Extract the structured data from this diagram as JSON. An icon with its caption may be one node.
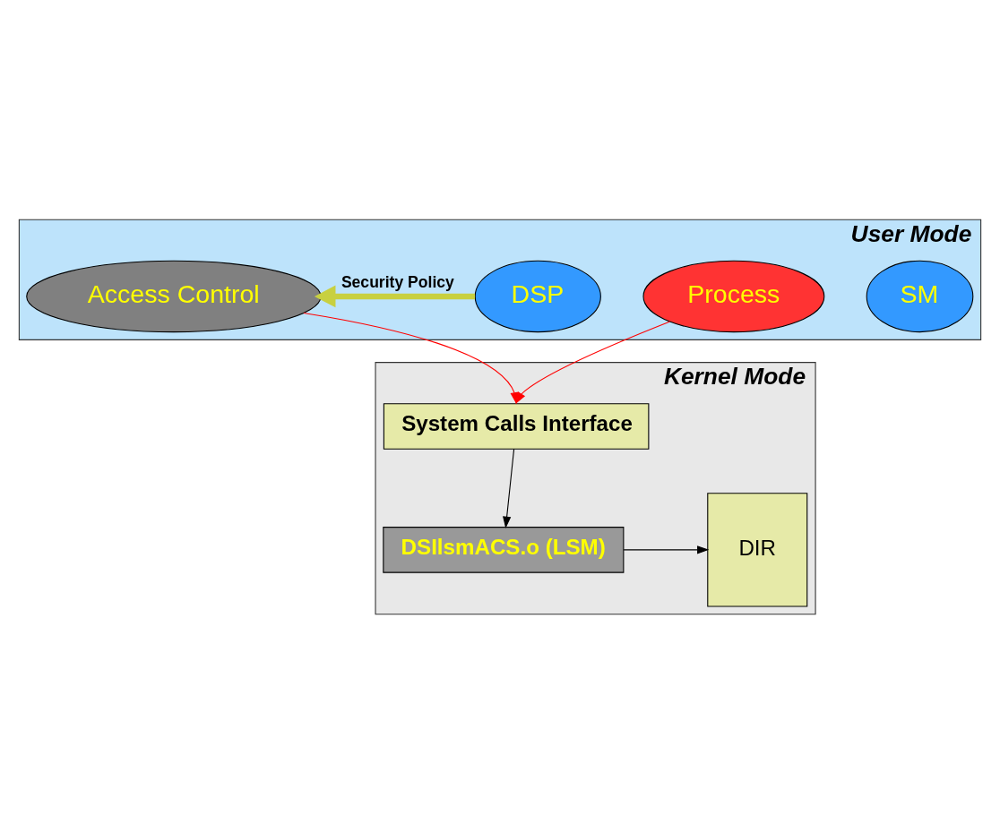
{
  "diagram": {
    "nodes": [
      {
        "text": [
          "User Mode"
        ]
      },
      {
        "text": [
          "SM"
        ],
        "in": 0
      },
      {
        "text": [
          "Access Control"
        ],
        "in": 0
      },
      {
        "text": [
          "DSP"
        ],
        "in": 0
      },
      {
        "text": [
          "Process"
        ],
        "in": 0
      },
      {
        "text": [
          "Kernel Mode"
        ]
      },
      {
        "text": [
          "System Calls Interface"
        ],
        "in": 5
      },
      {
        "text": [
          "DSIlsmACS.o (LSM)"
        ],
        "in": 5
      },
      {
        "text": [
          "DIR"
        ],
        "in": 5
      }
    ],
    "edges": [
      {
        "from": 3,
        "to": 2,
        "arrow": "to",
        "label": "Security Policy",
        "style": "thick",
        "color": "#c8d040"
      },
      {
        "from": 2,
        "to": 6,
        "arrow": "to",
        "color": "#ff0000"
      },
      {
        "from": 4,
        "to": 6,
        "arrow": "to",
        "color": "#ff0000"
      },
      {
        "from": 6,
        "to": 7,
        "arrow": "to",
        "color": "#000000"
      },
      {
        "from": 7,
        "to": 8,
        "arrow": "to",
        "color": "#000000"
      }
    ]
  }
}
